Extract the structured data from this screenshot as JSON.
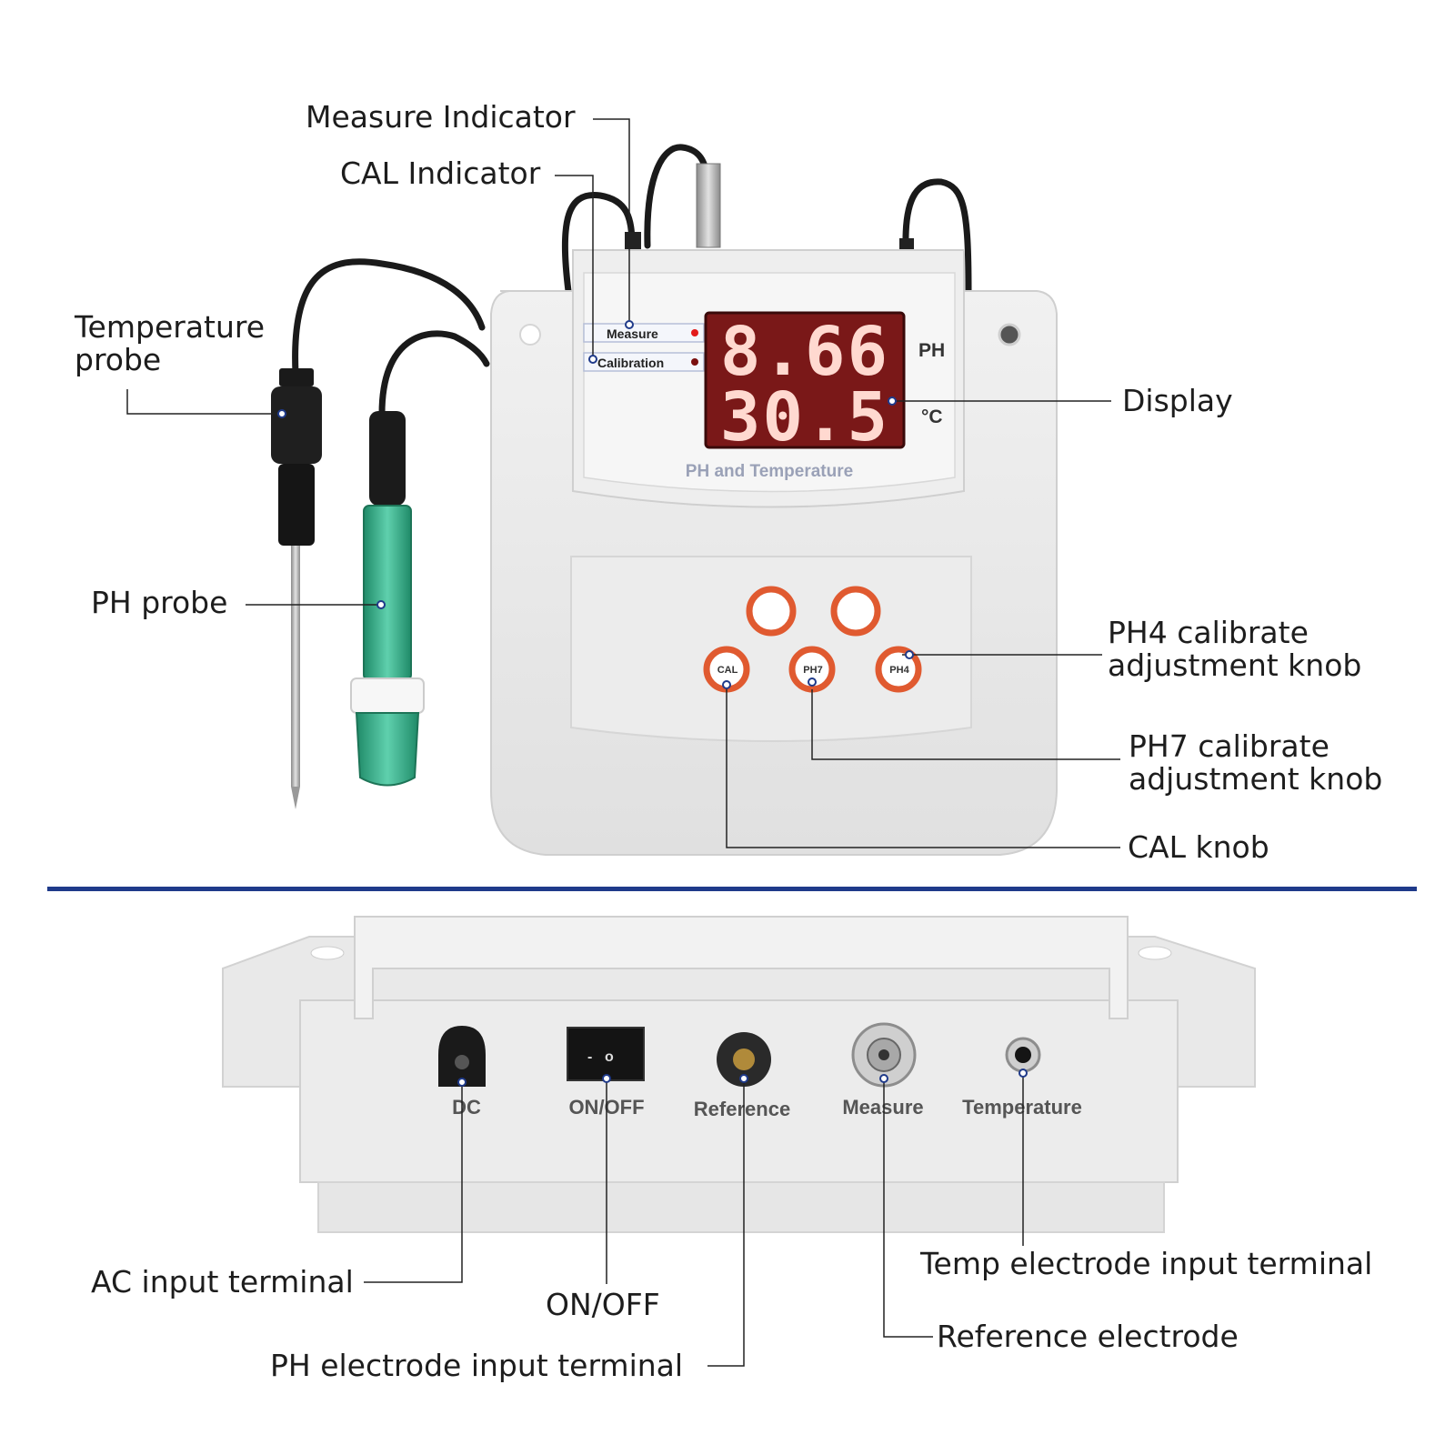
{
  "callouts": {
    "measure_indicator": "Measure Indicator",
    "cal_indicator": "CAL Indicator",
    "temperature_probe_line1": "Temperature",
    "temperature_probe_line2": "probe",
    "display": "Display",
    "ph_probe": "PH probe",
    "ph4_knob_line1": "PH4 calibrate",
    "ph4_knob_line2": "adjustment knob",
    "ph7_knob_line1": "PH7 calibrate",
    "ph7_knob_line2": "adjustment knob",
    "cal_knob": "CAL knob",
    "ac_input_terminal": "AC input terminal",
    "on_off": "ON/OFF",
    "ph_electrode_input": "PH electrode input terminal",
    "temp_electrode_input": "Temp electrode input terminal",
    "reference_electrode": "Reference electrode"
  },
  "front_panel": {
    "indicator_measure": "Measure",
    "indicator_calibration": "Calibration",
    "reading_ph": "8.66",
    "reading_temp": "30.5",
    "unit_ph": "PH",
    "unit_temp": "°C",
    "device_name": "PH and Temperature",
    "knob_cal": "CAL",
    "knob_ph7": "PH7",
    "knob_ph4": "PH4"
  },
  "rear_panel": {
    "port_dc": "DC",
    "port_onoff": "ON/OFF",
    "port_reference": "Reference",
    "port_measure": "Measure",
    "port_temperature": "Temperature"
  },
  "colors": {
    "divider": "#1f3a8a",
    "display_bg": "#7a1818",
    "digits": "#ffd9d0",
    "knob_ring": "#e05a30",
    "probe_green": "#2e9a7a",
    "body": "#e9e9e9"
  }
}
